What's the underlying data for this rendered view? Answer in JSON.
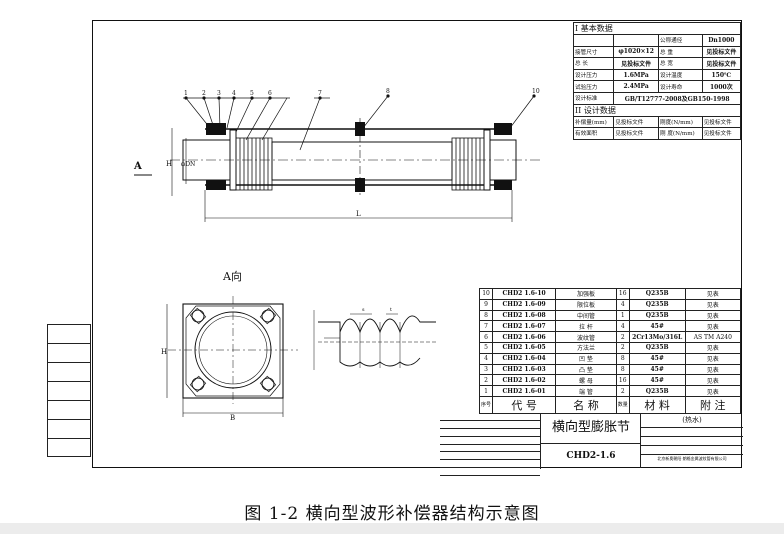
{
  "basic_data": {
    "section_title": "I 基本数据",
    "rows": [
      {
        "k1": "",
        "v1": "",
        "k2": "公称通径",
        "v2": "Dn1000"
      },
      {
        "k1": "接管尺寸",
        "v1": "φ1020×12",
        "k2": "总    重",
        "v2": "见投标文件"
      },
      {
        "k1": "总    长",
        "v1": "见投标文件",
        "k2": "总    宽",
        "v2": "见投标文件"
      },
      {
        "k1": "设计压力",
        "v1": "1.6MPa",
        "k2": "设计温度",
        "v2": "150℃"
      },
      {
        "k1": "试验压力",
        "v1": "2.4MPa",
        "k2": "设计寿命",
        "v2": "1000次"
      },
      {
        "k1": "设计标准",
        "v1": "GB/T12777-2008及GB150-1998",
        "k2": "",
        "v2": ""
      }
    ],
    "design_title": "II 设计数据",
    "design_rows": [
      {
        "k1": "补偿量(mm)",
        "v1": "见投标文件",
        "k2": "刚度(N/mm)",
        "v2": "见投标文件"
      },
      {
        "k1": "有效面积",
        "v1": "见投标文件",
        "k2": "刚    度(N/mm)",
        "v2": "见投标文件"
      }
    ]
  },
  "parts": [
    {
      "no": "10",
      "code": "CHD2 1.6-10",
      "name": "加强板",
      "qty": "16",
      "mat": "Q235B",
      "note": "见表"
    },
    {
      "no": "9",
      "code": "CHD2 1.6-09",
      "name": "限位板",
      "qty": "4",
      "mat": "Q235B",
      "note": "见表"
    },
    {
      "no": "8",
      "code": "CHD2 1.6-08",
      "name": "中间管",
      "qty": "1",
      "mat": "Q235B",
      "note": "见表"
    },
    {
      "no": "7",
      "code": "CHD2 1.6-07",
      "name": "拉  杆",
      "qty": "4",
      "mat": "45#",
      "note": "见表"
    },
    {
      "no": "6",
      "code": "CHD2 1.6-06",
      "name": "波纹管",
      "qty": "2",
      "mat": "2Cr13Mo/316L",
      "note": "AS TM  A240"
    },
    {
      "no": "5",
      "code": "CHD2 1.6-05",
      "name": "方法兰",
      "qty": "2",
      "mat": "Q235B",
      "note": "见表"
    },
    {
      "no": "4",
      "code": "CHD2 1.6-04",
      "name": "凹  垫",
      "qty": "8",
      "mat": "45#",
      "note": "见表"
    },
    {
      "no": "3",
      "code": "CHD2 1.6-03",
      "name": "凸  垫",
      "qty": "8",
      "mat": "45#",
      "note": "见表"
    },
    {
      "no": "2",
      "code": "CHD2 1.6-02",
      "name": "螺  母",
      "qty": "16",
      "mat": "45#",
      "note": "见表"
    },
    {
      "no": "1",
      "code": "CHD2 1.6-01",
      "name": "端  管",
      "qty": "2",
      "mat": "Q235B",
      "note": "见表"
    }
  ],
  "parts_header": {
    "no": "序号",
    "code": "代    号",
    "name": "名    称",
    "qty": "数量",
    "mat": "材    料",
    "note": "附  注"
  },
  "title_block": {
    "name": "横向型膨胀节",
    "code": "CHD2-1.6",
    "condition": "(热水)",
    "company": "北京新奥朝阳·朗格金属波纹管有限公司"
  },
  "view_label": "A向",
  "view_arrow_letter": "A",
  "dims": {
    "L": "L",
    "H": "H",
    "D": "φDN",
    "B": "B"
  },
  "caption": "图 1-2   横向型波形补偿器结构示意图"
}
